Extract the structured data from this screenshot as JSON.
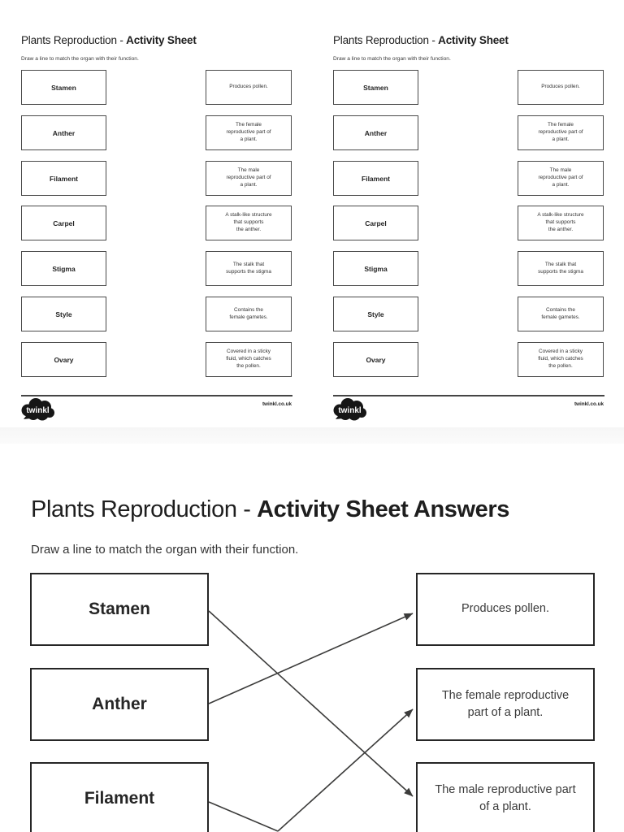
{
  "document": {
    "background": "#ffffff",
    "text_color": "#242424",
    "line_color": "#3c3c3b"
  },
  "worksheet": {
    "title_regular": "Plants Reproduction - ",
    "title_bold": "Activity Sheet",
    "subtitle": "Draw a line to match the organ with their function.",
    "organs": [
      "Stamen",
      "Anther",
      "Filament",
      "Carpel",
      "Stigma",
      "Style",
      "Ovary"
    ],
    "functions": [
      "Produces pollen.",
      "The female\nreproductive part of\na plant.",
      "The male\nreproductive part of\na plant.",
      "A stalk-like structure\nthat supports\nthe anther.",
      "The stalk that\nsupports the stigma",
      "Contains the\nfemale gametes.",
      "Covered in a sticky\nfluid, which catches\nthe pollen."
    ],
    "footer_brand": "twinkl",
    "footer_url": "twinkl.co.uk"
  },
  "answers": {
    "title_regular": "Plants Reproduction - ",
    "title_bold": "Activity Sheet Answers",
    "subtitle": "Draw a line to match the organ with their function.",
    "organs": [
      "Stamen",
      "Anther",
      "Filament"
    ],
    "functions": [
      "Produces pollen.",
      "The female reproductive\npart of a plant.",
      "The male reproductive part\nof a plant."
    ],
    "connections": [
      {
        "from": "Stamen",
        "to": "The male reproductive part of a plant."
      },
      {
        "from": "Anther",
        "to": "Produces pollen."
      },
      {
        "from": "Filament",
        "to": null
      },
      {
        "from": null,
        "to": "The female reproductive part of a plant."
      }
    ]
  }
}
